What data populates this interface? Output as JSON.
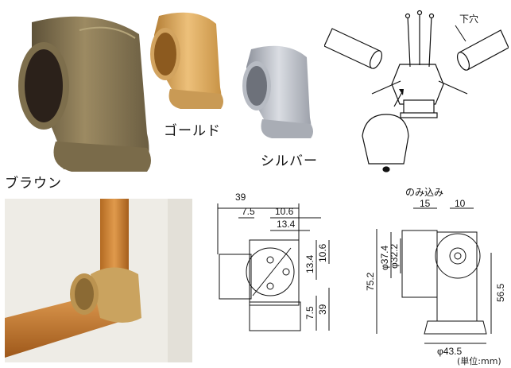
{
  "products": {
    "brown": {
      "label": "ブラウン",
      "color": "#8c7b55"
    },
    "gold": {
      "label": "ゴールド",
      "color": "#d8a85a"
    },
    "silver": {
      "label": "シルバー",
      "color": "#b3b7c0"
    }
  },
  "assembly": {
    "pilot_hole_label": "下穴"
  },
  "drawing": {
    "insert_label": "のみ込み",
    "dims_left": {
      "d39": "39",
      "d7_5_top": "7.5",
      "d10_6_top": "10.6",
      "d13_4_top": "13.4",
      "d13_4_v": "13.4",
      "d10_6_v": "10.6",
      "d7_5_v": "7.5",
      "d39_v": "39"
    },
    "dims_right": {
      "d15": "15",
      "d10": "10",
      "d75_2": "75.2",
      "phi37_4": "φ37.4",
      "phi32_2": "φ32.2",
      "d56_5": "56.5",
      "phi43_5": "φ43.5"
    },
    "unit": "(単位:mm)"
  }
}
